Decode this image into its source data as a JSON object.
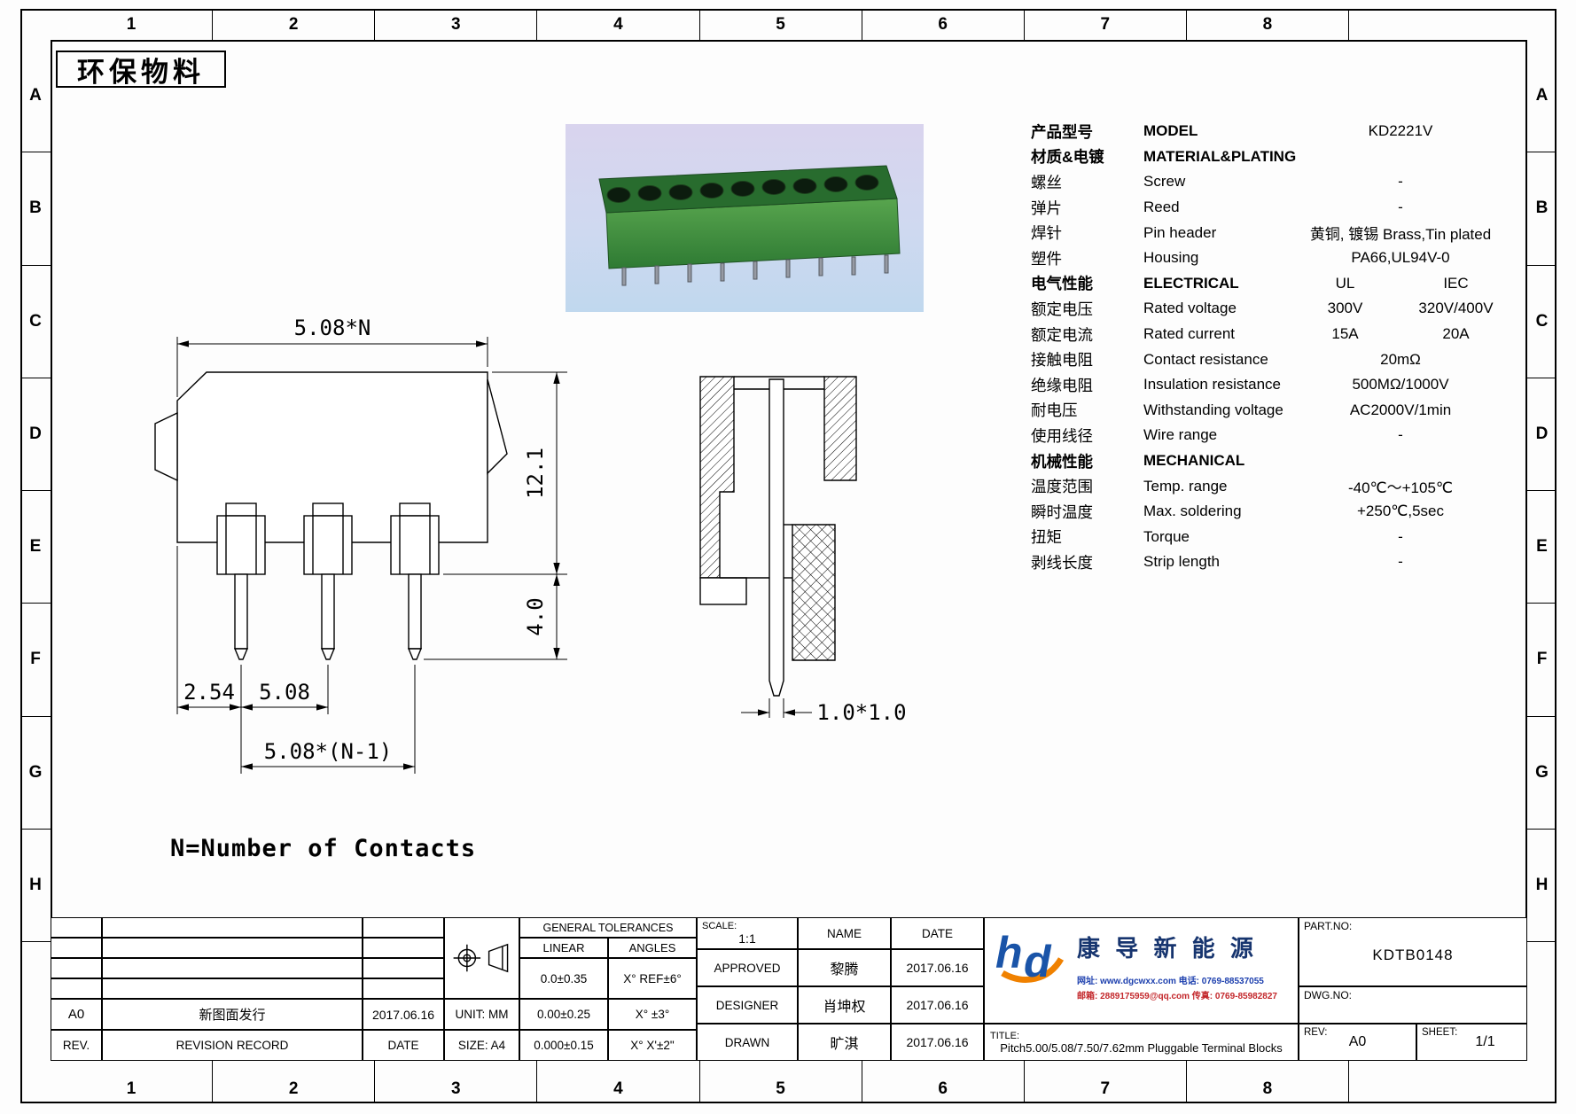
{
  "header": {
    "eco_label": "环保物料"
  },
  "grid": {
    "cols": [
      "1",
      "2",
      "3",
      "4",
      "5",
      "6",
      "7",
      "8"
    ],
    "rows": [
      "A",
      "B",
      "C",
      "D",
      "E",
      "F",
      "G",
      "H"
    ]
  },
  "specs": {
    "rows": [
      {
        "cn": "产品型号",
        "en": "MODEL",
        "v1": "KD2221V",
        "v2": ""
      },
      {
        "cn": "材质&电镀",
        "en": "MATERIAL&PLATING",
        "v1": "",
        "v2": ""
      },
      {
        "cn": "螺丝",
        "en": "Screw",
        "v1": "-",
        "v2": ""
      },
      {
        "cn": "弹片",
        "en": "Reed",
        "v1": "-",
        "v2": ""
      },
      {
        "cn": "焊针",
        "en": "Pin header",
        "v1": "黄铜, 镀锡 Brass,Tin plated",
        "v2": ""
      },
      {
        "cn": "塑件",
        "en": "Housing",
        "v1": "PA66,UL94V-0",
        "v2": ""
      },
      {
        "cn": "电气性能",
        "en": "ELECTRICAL",
        "v1": "UL",
        "v2": "IEC"
      },
      {
        "cn": "额定电压",
        "en": "Rated voltage",
        "v1": "300V",
        "v2": "320V/400V"
      },
      {
        "cn": "额定电流",
        "en": "Rated current",
        "v1": "15A",
        "v2": "20A"
      },
      {
        "cn": "接触电阻",
        "en": "Contact resistance",
        "v1": "20mΩ",
        "v2": ""
      },
      {
        "cn": "绝缘电阻",
        "en": "Insulation resistance",
        "v1": "500MΩ/1000V",
        "v2": ""
      },
      {
        "cn": "耐电压",
        "en": "Withstanding voltage",
        "v1": "AC2000V/1min",
        "v2": ""
      },
      {
        "cn": "使用线径",
        "en": "Wire range",
        "v1": "-",
        "v2": ""
      },
      {
        "cn": "机械性能",
        "en": "MECHANICAL",
        "v1": "",
        "v2": ""
      },
      {
        "cn": "温度范围",
        "en": "Temp. range",
        "v1": "-40℃～+105℃",
        "v2": ""
      },
      {
        "cn": "瞬时温度",
        "en": "Max. soldering",
        "v1": "+250℃,5sec",
        "v2": ""
      },
      {
        "cn": "扭矩",
        "en": "Torque",
        "v1": "-",
        "v2": ""
      },
      {
        "cn": "剥线长度",
        "en": "Strip length",
        "v1": "-",
        "v2": ""
      }
    ]
  },
  "drawing": {
    "dims": {
      "width": "5.08*N",
      "height": "12.1",
      "pin_length": "4.0",
      "edge_pitch": "2.54",
      "pitch": "5.08",
      "total_pitch": "5.08*(N-1)",
      "pin_section": "1.0*1.0"
    },
    "note": "N=Number of Contacts"
  },
  "titleblock": {
    "revision": {
      "rev": "A0",
      "record": "新图面发行",
      "date": "2017.06.16"
    },
    "revision_header": {
      "rev": "REV.",
      "record": "REVISION RECORD",
      "date": "DATE"
    },
    "unit": "UNIT: MM",
    "size": "SIZE: A4",
    "tolerances": {
      "title": "GENERAL TOLERANCES",
      "linear": "LINEAR",
      "angles": "ANGLES",
      "rows": [
        {
          "linear": "0.0±0.35",
          "angles": "X° REF±6°"
        },
        {
          "linear": "0.00±0.25",
          "angles": "X° ±3°"
        },
        {
          "linear": "0.000±0.15",
          "angles": "X° X'±2\""
        }
      ]
    },
    "scale_label": "SCALE:",
    "scale": "1:1",
    "name_header": "NAME",
    "date_header": "DATE",
    "approvals": [
      {
        "role": "APPROVED",
        "name": "黎腾",
        "date": "2017.06.16"
      },
      {
        "role": "DESIGNER",
        "name": "肖坤权",
        "date": "2017.06.16"
      },
      {
        "role": "DRAWN",
        "name": "旷淇",
        "date": "2017.06.16"
      }
    ],
    "company": {
      "name": "康 导 新 能 源",
      "contact1": "网址: www.dgcwxx.com   电话: 0769-88537055",
      "contact2": "邮箱: 2889175959@qq.com   传真: 0769-85982827"
    },
    "part_no_label": "PART.NO:",
    "part_no": "KDTB0148",
    "dwg_no_label": "DWG.NO:",
    "title_label": "TITLE:",
    "title": "Pitch5.00/5.08/7.50/7.62mm Pluggable Terminal Blocks",
    "rev_label": "REV:",
    "rev": "A0",
    "sheet_label": "SHEET:",
    "sheet": "1/1"
  }
}
